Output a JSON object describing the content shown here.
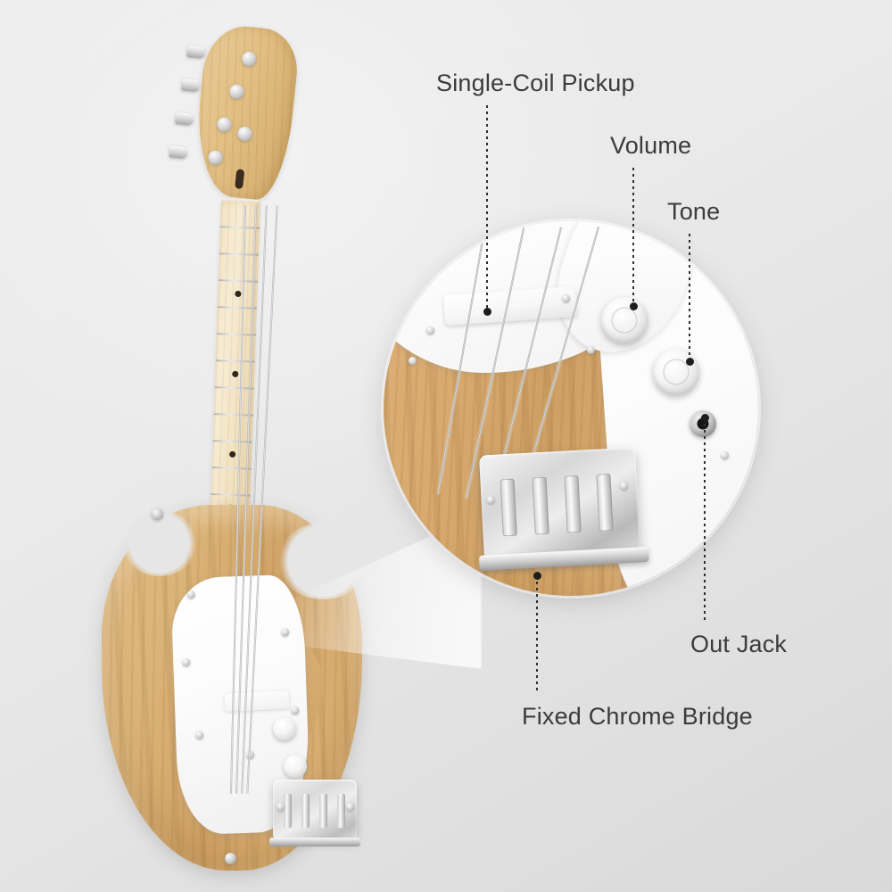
{
  "page": {
    "title": "Electric Bass Guitar Feature Callout",
    "background_top": "#ececec",
    "background_bottom": "#d9d9d9",
    "label_color": "#3b3b3b"
  },
  "callouts": [
    {
      "id": "single-coil-pickup",
      "label": "Single-Coil Pickup"
    },
    {
      "id": "volume",
      "label": "Volume"
    },
    {
      "id": "tone",
      "label": "Tone"
    },
    {
      "id": "out-jack",
      "label": "Out Jack"
    },
    {
      "id": "fixed-chrome-bridge",
      "label": "Fixed Chrome Bridge"
    }
  ],
  "product": {
    "type": "4-string electric bass guitar",
    "body_finish": "natural ash",
    "body_color": "#d0a366",
    "neck_color": "#f1e1bf",
    "pickguard_color": "#ffffff",
    "hardware_color": "#d7d7d7",
    "string_count": 4,
    "tuner_count": 4
  },
  "inset": {
    "shape": "circle",
    "description": "magnified view of bass guitar body hardware"
  }
}
